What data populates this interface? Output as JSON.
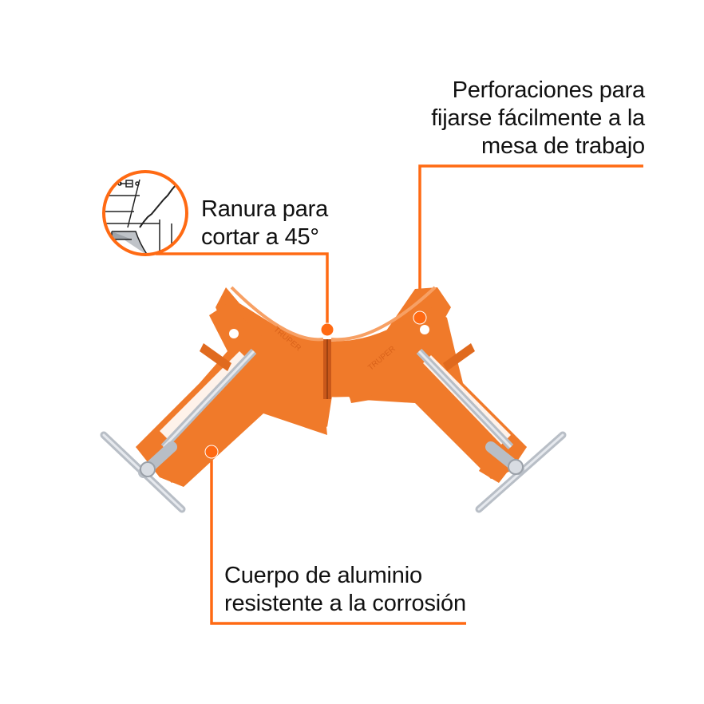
{
  "callouts": {
    "perforaciones": {
      "lines": [
        "Perforaciones para",
        "fijarse fácilmente a la",
        "mesa de trabajo"
      ]
    },
    "ranura": {
      "lines": [
        "Ranura para",
        "cortar a 45°"
      ],
      "inset_icon": "saw-cutting-detail-icon"
    },
    "cuerpo": {
      "lines": [
        "Cuerpo de aluminio",
        "resistente a la corrosión"
      ]
    }
  },
  "product": {
    "name": "corner-clamp",
    "brand_mark": "TRUPER"
  },
  "colors": {
    "accent": "#ff6a13",
    "body_orange": "#f07a2a",
    "body_shadow": "#d9621a",
    "metal": "#c8ccd2",
    "text": "#111111"
  }
}
